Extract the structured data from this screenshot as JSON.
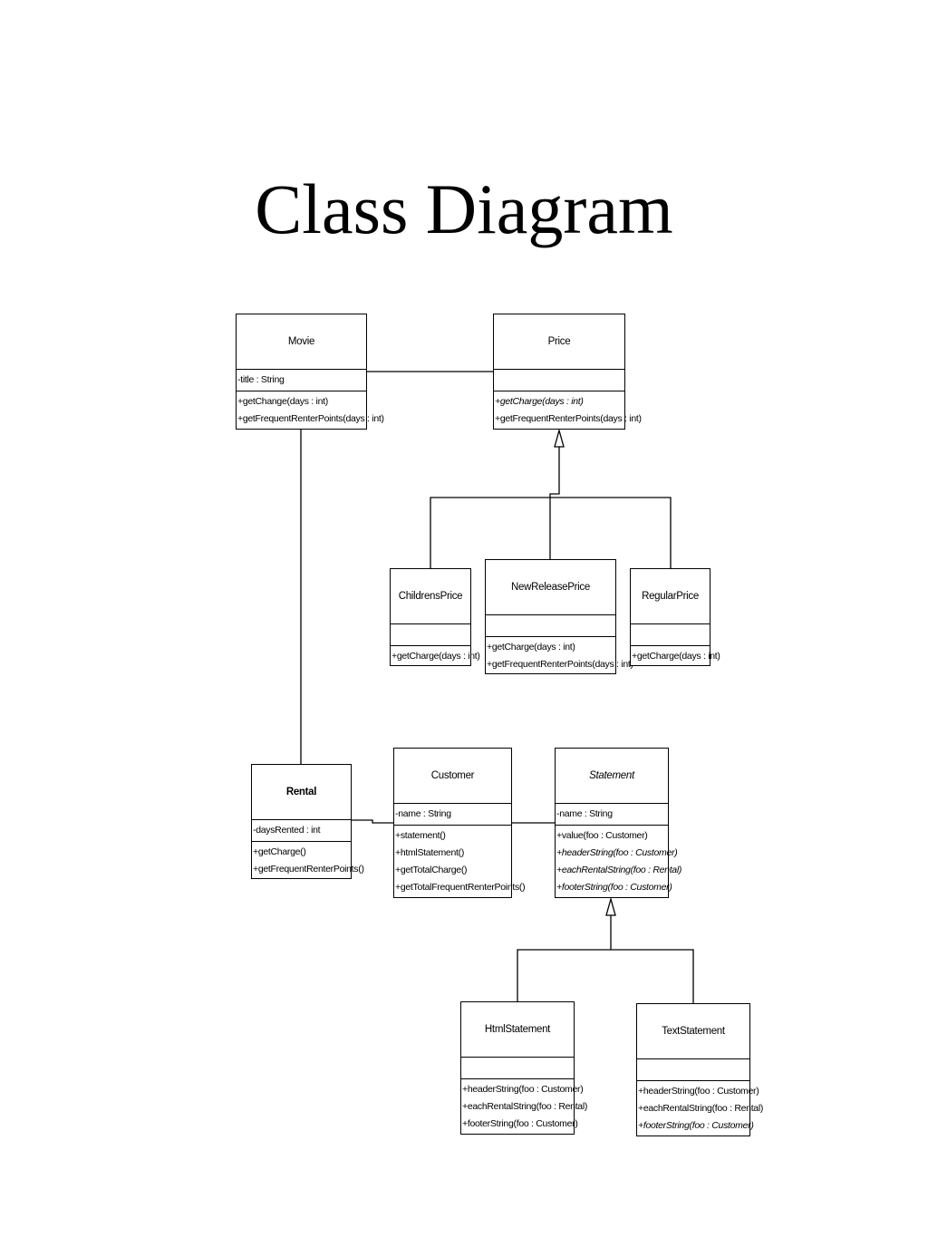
{
  "title": "Class Diagram",
  "classes": {
    "movie": {
      "name": "Movie",
      "attrs": [
        "-title : String"
      ],
      "ops": [
        "+getChange(days : int)",
        "+getFrequentRenterPoints(days : int)"
      ]
    },
    "price": {
      "name": "Price",
      "attrs": [],
      "ops": [
        "+getCharge(days : int)",
        "+getFrequentRenterPoints(days : int)"
      ]
    },
    "childrens_price": {
      "name": "ChildrensPrice",
      "attrs": [],
      "ops": [
        "+getCharge(days : int)"
      ]
    },
    "new_release_price": {
      "name": "NewReleasePrice",
      "attrs": [],
      "ops": [
        "+getCharge(days : int)",
        "+getFrequentRenterPoints(days : int)"
      ]
    },
    "regular_price": {
      "name": "RegularPrice",
      "attrs": [],
      "ops": [
        "+getCharge(days : int)"
      ]
    },
    "rental": {
      "name": "Rental",
      "attrs": [
        "-daysRented : int"
      ],
      "ops": [
        "+getCharge()",
        "+getFrequentRenterPoints()"
      ]
    },
    "customer": {
      "name": "Customer",
      "attrs": [
        "-name : String"
      ],
      "ops": [
        "+statement()",
        "+htmlStatement()",
        "+getTotalCharge()",
        "+getTotalFrequentRenterPoints()"
      ]
    },
    "statement": {
      "name": "Statement",
      "attrs": [
        "-name : String"
      ],
      "ops": [
        "+value(foo : Customer)",
        "+headerString(foo : Customer)",
        "+eachRentalString(foo : Rental)",
        "+footerString(foo : Customer)"
      ]
    },
    "html_statement": {
      "name": "HtmlStatement",
      "attrs": [],
      "ops": [
        "+headerString(foo : Customer)",
        "+eachRentalString(foo : Rental)",
        "+footerString(foo : Customer)"
      ]
    },
    "text_statement": {
      "name": "TextStatement",
      "attrs": [],
      "ops": [
        "+headerString(foo : Customer)",
        "+eachRentalString(foo : Rental)",
        "+footerString(foo : Customer)"
      ]
    }
  }
}
